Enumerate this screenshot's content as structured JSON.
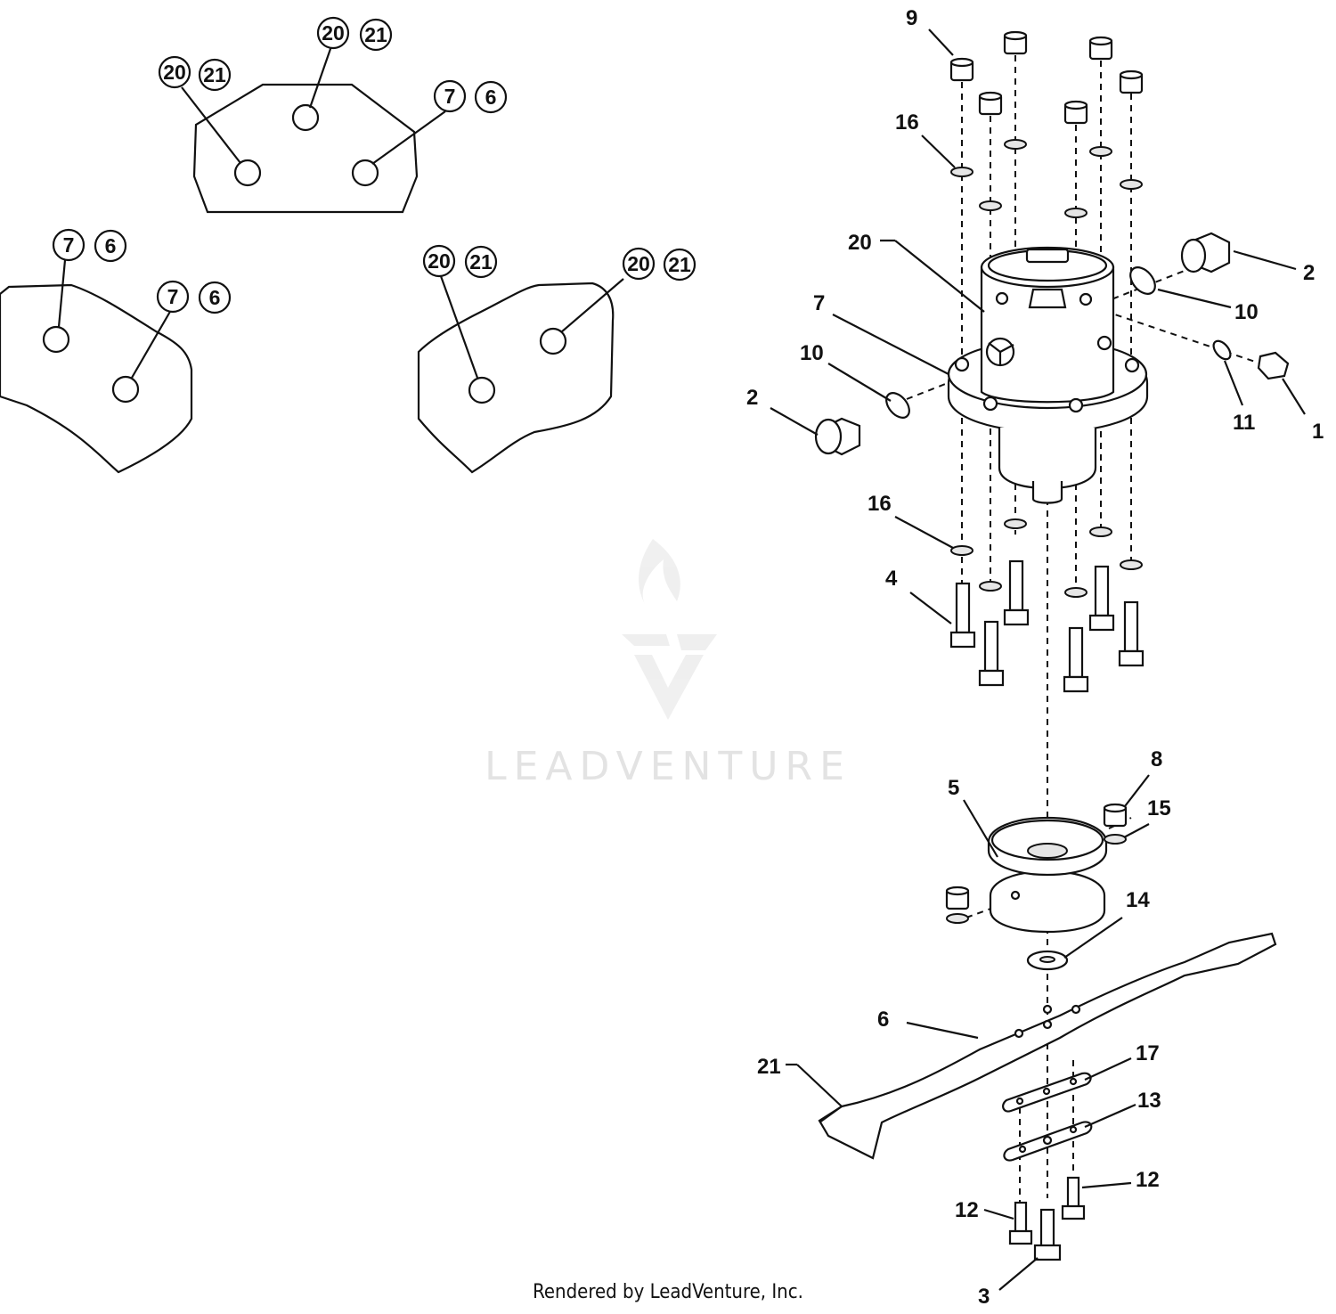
{
  "watermark": {
    "text": "LEADVENTURE"
  },
  "footer": {
    "text": "Rendered by LeadVenture, Inc."
  },
  "callouts": {
    "plate_top_left": [
      "20",
      "21"
    ],
    "plate_top_center": [
      "20",
      "21"
    ],
    "plate_top_right": [
      "7",
      "6"
    ],
    "plate_left_a": [
      "7",
      "6"
    ],
    "plate_left_b": [
      "7",
      "6"
    ],
    "plate_right_a": [
      "20",
      "21"
    ],
    "plate_right_b": [
      "20",
      "21"
    ]
  },
  "labels": {
    "l9": "9",
    "l16a": "16",
    "l20": "20",
    "l7": "7",
    "l10a": "10",
    "l2a": "2",
    "l2b": "2",
    "l10b": "10",
    "l11": "11",
    "l1": "1",
    "l16b": "16",
    "l4": "4",
    "l8": "8",
    "l5": "5",
    "l15": "15",
    "l14": "14",
    "l6": "6",
    "l21": "21",
    "l17": "17",
    "l13": "13",
    "l12a": "12",
    "l12b": "12",
    "l3": "3"
  }
}
